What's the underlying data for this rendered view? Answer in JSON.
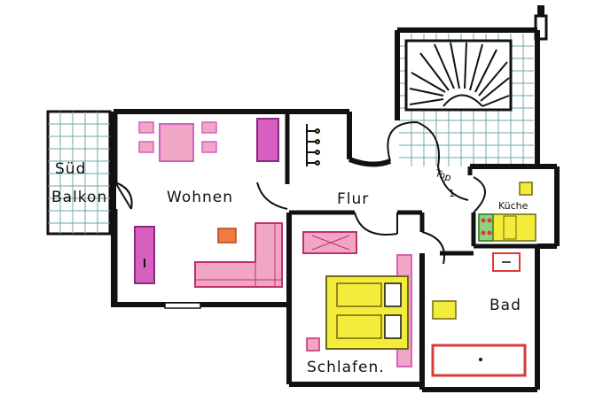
{
  "rooms": {
    "balcony_line1": "Süd",
    "balcony_line2": "Balkon",
    "living": "Wohnen",
    "hall": "Flur",
    "top_line1": "Top",
    "top_line2": "1",
    "kitchen": "Küche",
    "bath": "Bad",
    "bedroom": "Schlafen."
  },
  "colors": {
    "wall": "#111111",
    "tile": "#6fa9a8",
    "pink": "#f2a6c6",
    "magenta": "#d65fc0",
    "yellow": "#f4ec3a",
    "orange": "#f07a3f",
    "green": "#8fd17e",
    "red": "#d93b3b"
  }
}
